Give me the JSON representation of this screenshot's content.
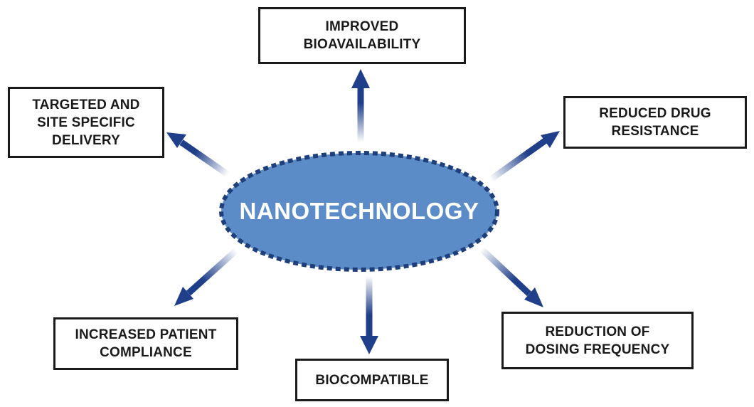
{
  "center": {
    "label": "NANOTECHNOLOGY"
  },
  "boxes": {
    "top": "IMPROVED\nBIOAVAILABILITY",
    "left": "TARGETED AND\nSITE SPECIFIC\nDELIVERY",
    "right": "REDUCED DRUG\nRESISTANCE",
    "bottom_left": "INCREASED PATIENT\nCOMPLIANCE",
    "bottom": "BIOCOMPATIBLE",
    "bottom_right": "REDUCTION OF\nDOSING FREQUENCY"
  },
  "colors": {
    "ellipse_fill": "#5b8cc8",
    "ellipse_border": "#1f3f7a",
    "arrow": "#1f3f8a",
    "box_border": "#1a1a1a",
    "text": "#1a1a1a"
  }
}
